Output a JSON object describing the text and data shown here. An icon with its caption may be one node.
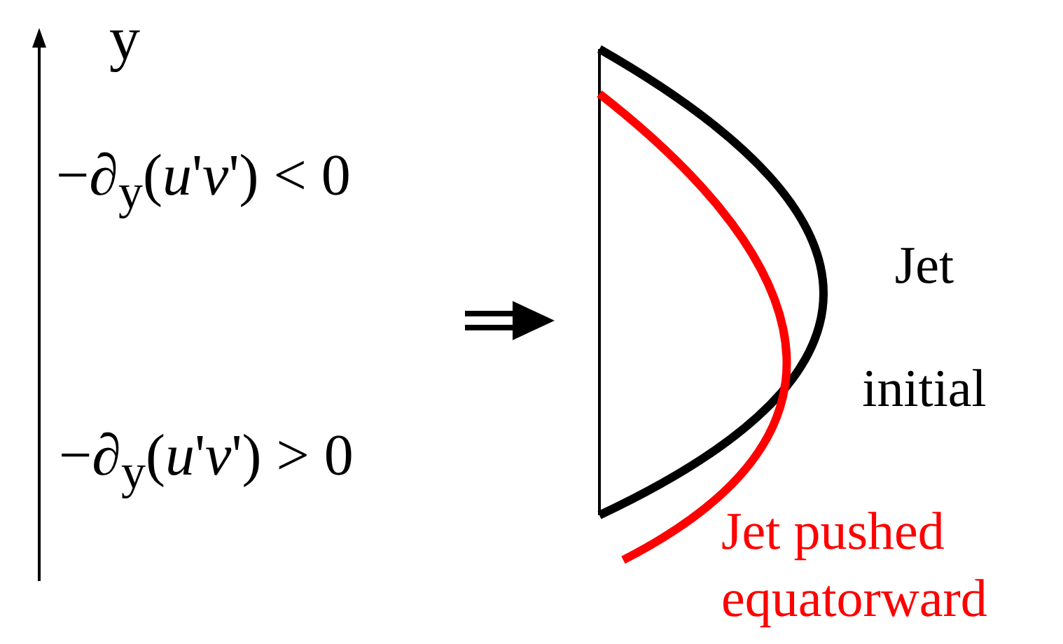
{
  "diagram": {
    "labels": [
      "y",
      "−∂$_{y}$(*u*'*v*') < 0",
      "Jet initial",
      "−∂$_{y}$(*u*'*v*') > 0",
      "Jet pushed equatorward"
    ]
  }
}
